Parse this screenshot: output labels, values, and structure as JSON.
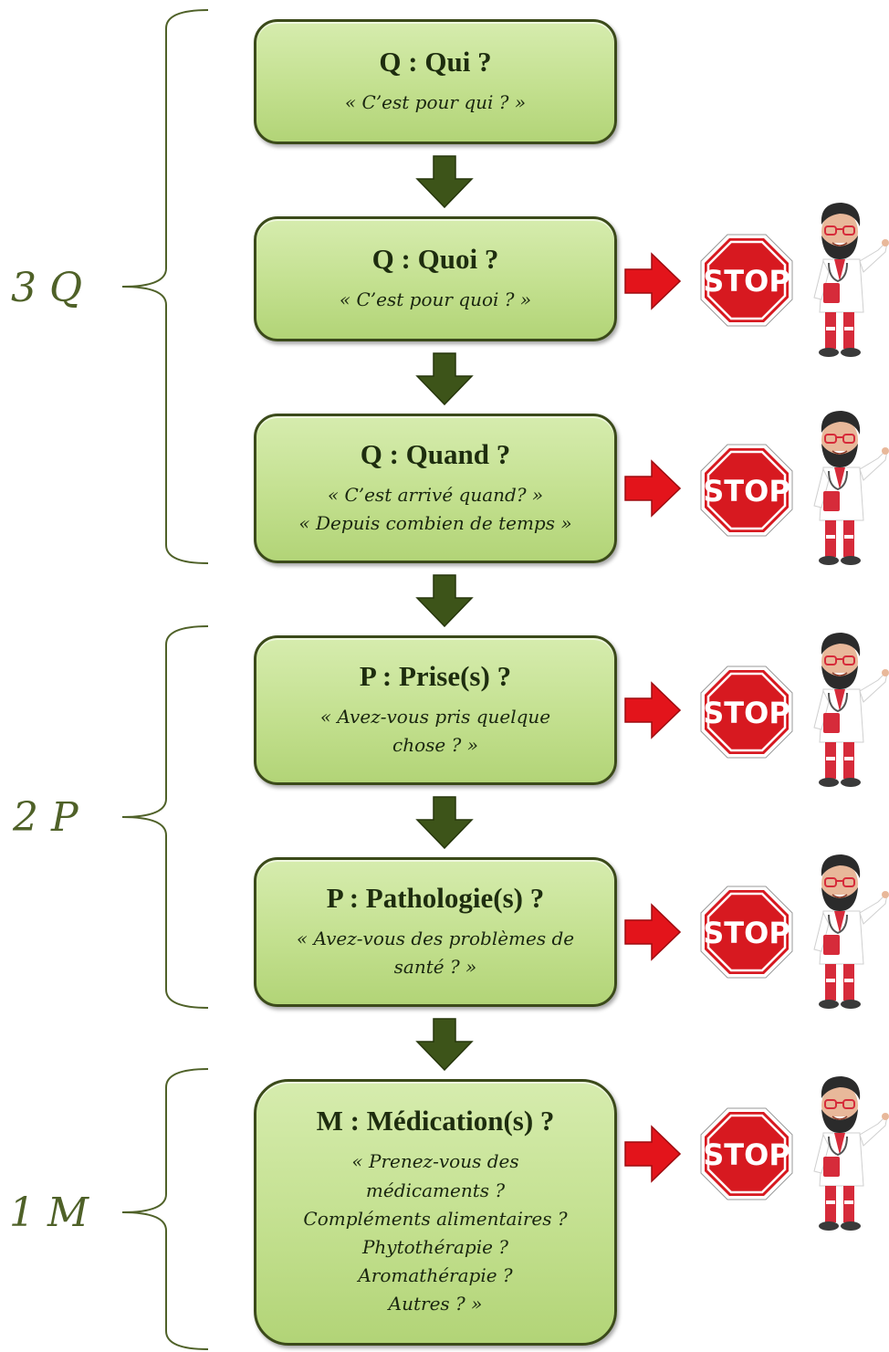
{
  "groups": [
    {
      "label": "3 Q"
    },
    {
      "label": "2 P"
    },
    {
      "label": "1 M"
    }
  ],
  "steps": [
    {
      "title": "Q : Qui ?",
      "lines": [
        "« C’est pour qui ? »"
      ]
    },
    {
      "title": "Q : Quoi ?",
      "lines": [
        "« C’est pour quoi ? »"
      ]
    },
    {
      "title": "Q : Quand ?",
      "lines": [
        "« C’est arrivé quand? »",
        "« Depuis combien de temps »"
      ]
    },
    {
      "title": "P : Prise(s) ?",
      "lines": [
        "« Avez-vous pris quelque",
        "chose ? »"
      ]
    },
    {
      "title": "P : Pathologie(s) ?",
      "lines": [
        "« Avez-vous des problèmes de",
        "santé ? »"
      ]
    },
    {
      "title": "M : Médication(s) ?",
      "lines": [
        "« Prenez-vous des",
        "médicaments ?",
        "Compléments alimentaires ?",
        "Phytothérapie ?",
        "Aromathérapie ?",
        "Autres ? »"
      ]
    }
  ],
  "stop_sign": {
    "text": "STOP",
    "color": "#d71920"
  },
  "colors": {
    "box_fill": "#c3e08f",
    "box_border": "#3b4a1a",
    "down_arrow": "#3d5419",
    "right_arrow": "#e3141b",
    "label": "#4f6128"
  },
  "icons": {
    "down_arrow": "arrow-down-icon",
    "right_arrow": "arrow-right-icon",
    "doctor": "doctor-illustration"
  }
}
